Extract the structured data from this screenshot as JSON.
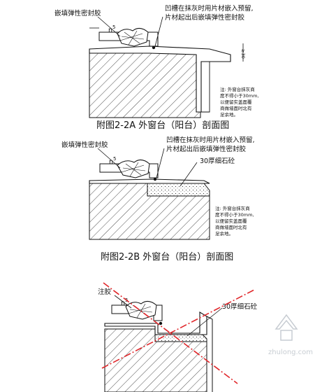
{
  "figures": [
    {
      "id": "2a",
      "caption": "附图2-2A 外窗台（阳台）剖面图",
      "label_left": "嵌填弹性密封胶",
      "label_right": [
        "凹槽在抹灰时用片材嵌入预留,",
        "片材起出后嵌填弹性密封胶"
      ],
      "label_n": "n",
      "label_n_sup": "5",
      "note": [
        "注: 外窗台抹灰商",
        "度不得小于30mm,",
        "以便留实盖面覆",
        "商做墙面时北有",
        "足余地。"
      ]
    },
    {
      "id": "2b",
      "caption": "附图2-2B 外窗台（阳台）剖面图",
      "label_left": "嵌填弹性密封胶",
      "label_right": [
        "凹槽在抹灰时用片材嵌入预留,",
        "片材起出后嵌填弹性密封胶"
      ],
      "label_n": "n",
      "label_n_sup": "5",
      "label_fill": "30厚细石砼",
      "note": [
        "注: 外窗台抹灰商",
        "度不得小于30mm,",
        "以便留实盖面覆",
        "商做墙面时北有",
        "足余地。"
      ]
    },
    {
      "id": "2c",
      "label_left": "注胶",
      "label_n": "n",
      "label_n_sup": "5",
      "label_fill": "30厚细石砼"
    }
  ],
  "watermark": {
    "site": "zhulong.com"
  },
  "colors": {
    "ink": "#111111",
    "cross": "#e0262a",
    "watermark": "#9aa4ae"
  }
}
